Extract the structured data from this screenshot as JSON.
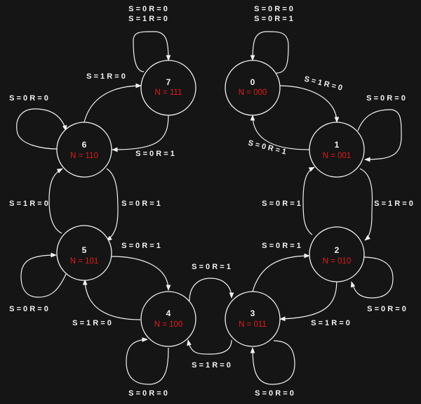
{
  "colors": {
    "background": "#151515",
    "stroke": "#f2f2f2",
    "state_code": "#e01b1b"
  },
  "states": [
    {
      "id": "0",
      "code": "N = 000"
    },
    {
      "id": "1",
      "code": "N = 001"
    },
    {
      "id": "2",
      "code": "N = 010"
    },
    {
      "id": "3",
      "code": "N = 011"
    },
    {
      "id": "4",
      "code": "N = 100"
    },
    {
      "id": "5",
      "code": "N = 101"
    },
    {
      "id": "6",
      "code": "N = 110"
    },
    {
      "id": "7",
      "code": "N = 111"
    }
  ],
  "transitions": [
    {
      "from": "0",
      "to": "0",
      "labels": [
        "S = 0 R = 0",
        "S = 0 R = 1"
      ]
    },
    {
      "from": "0",
      "to": "1",
      "labels": [
        "S = 1 R = 0"
      ]
    },
    {
      "from": "1",
      "to": "0",
      "labels": [
        "S = 0 R = 1"
      ]
    },
    {
      "from": "1",
      "to": "1",
      "labels": [
        "S = 0 R = 0"
      ]
    },
    {
      "from": "1",
      "to": "2",
      "labels": [
        "S = 1 R = 0"
      ]
    },
    {
      "from": "2",
      "to": "1",
      "labels": [
        "S = 0 R = 1"
      ]
    },
    {
      "from": "2",
      "to": "2",
      "labels": [
        "S = 0 R = 0"
      ]
    },
    {
      "from": "2",
      "to": "3",
      "labels": [
        "S = 1 R = 0"
      ]
    },
    {
      "from": "3",
      "to": "2",
      "labels": [
        "S = 0 R = 1"
      ]
    },
    {
      "from": "3",
      "to": "3",
      "labels": [
        "S = 0 R = 0"
      ]
    },
    {
      "from": "3",
      "to": "4",
      "labels": [
        "S = 1 R = 0"
      ]
    },
    {
      "from": "4",
      "to": "3",
      "labels": [
        "S = 0 R = 1"
      ]
    },
    {
      "from": "4",
      "to": "4",
      "labels": [
        "S = 0 R = 0"
      ]
    },
    {
      "from": "4",
      "to": "5",
      "labels": [
        "S = 1 R = 0"
      ]
    },
    {
      "from": "5",
      "to": "4",
      "labels": [
        "S = 0 R = 1"
      ]
    },
    {
      "from": "5",
      "to": "5",
      "labels": [
        "S = 0 R = 0"
      ]
    },
    {
      "from": "5",
      "to": "6",
      "labels": [
        "S = 1 R = 0"
      ]
    },
    {
      "from": "6",
      "to": "5",
      "labels": [
        "S = 0 R = 1"
      ]
    },
    {
      "from": "6",
      "to": "6",
      "labels": [
        "S = 0 R = 0"
      ]
    },
    {
      "from": "6",
      "to": "7",
      "labels": [
        "S = 1 R = 0"
      ]
    },
    {
      "from": "7",
      "to": "6",
      "labels": [
        "S = 0 R = 1"
      ]
    },
    {
      "from": "7",
      "to": "7",
      "labels": [
        "S = 0 R = 0",
        "S = 1 R = 0"
      ]
    }
  ]
}
